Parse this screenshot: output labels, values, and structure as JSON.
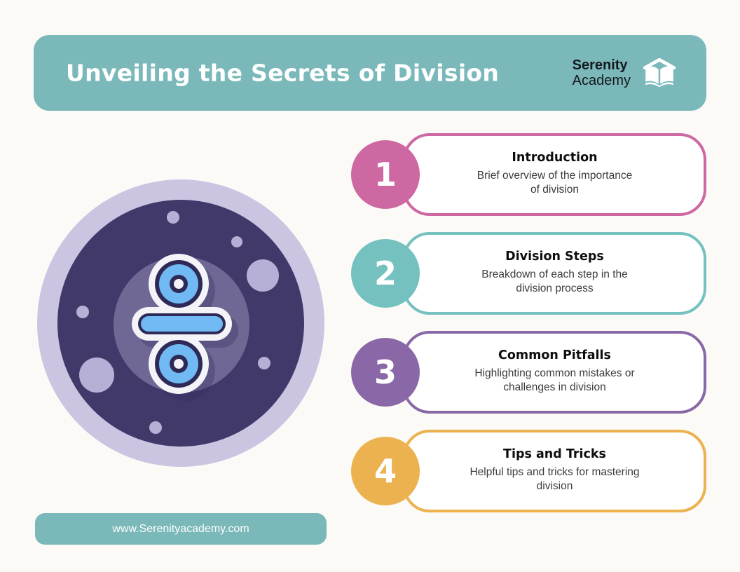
{
  "page": {
    "background_color": "#fbfaf7"
  },
  "header": {
    "bg_color": "#7ab8ba",
    "title": "Unveiling the Secrets of Division",
    "logo": {
      "name_line1": "Serenity",
      "name_line2": "Academy",
      "icon": "open-book-icon",
      "icon_color": "#ffffff",
      "text_color": "#15181e"
    }
  },
  "illustration": {
    "alt": "division-symbol-badge",
    "colors": {
      "outer_ring": "#cbc5e2",
      "planet": "#42396b",
      "inner_glow": "#6f6894",
      "crater": "#b7b0d6",
      "sticker_white": "#f4f3f8",
      "symbol_outline": "#2e2a58",
      "symbol_fill": "#70b9f2",
      "shadow": "#2f295c"
    }
  },
  "steps": [
    {
      "number": "1",
      "title": "Introduction",
      "description": "Brief overview of the importance\nof division",
      "color": "#cd68a2"
    },
    {
      "number": "2",
      "title": "Division Steps",
      "description": "Breakdown of each step in the\ndivision process",
      "color": "#74c1c0"
    },
    {
      "number": "3",
      "title": "Common Pitfalls",
      "description": "Highlighting common mistakes or\nchallenges in division",
      "color": "#8a68a8"
    },
    {
      "number": "4",
      "title": "Tips and Tricks",
      "description": "Helpful tips and tricks for mastering\ndivision",
      "color": "#ecb24f"
    }
  ],
  "footer": {
    "bg_color": "#7ab8ba",
    "url": "www.Serenityacademy.com"
  }
}
